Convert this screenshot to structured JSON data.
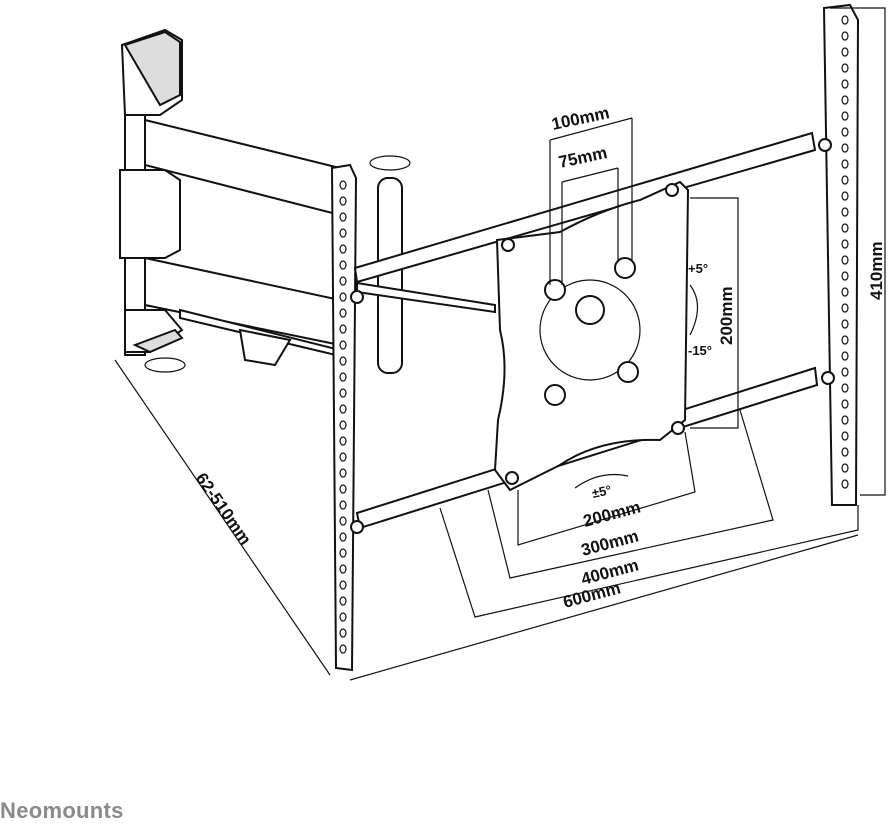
{
  "diagram": {
    "labels": {
      "vesa_100": "100mm",
      "vesa_75": "75mm",
      "tilt_up": "+5°",
      "tilt_down": "-15°",
      "vertical_200": "200mm",
      "height_410": "410mm",
      "extension": "62-510mm",
      "swivel": "±5°",
      "horizontal_200": "200mm",
      "horizontal_300": "300mm",
      "horizontal_400": "400mm",
      "horizontal_600": "600mm"
    }
  },
  "brand": "Neomounts"
}
